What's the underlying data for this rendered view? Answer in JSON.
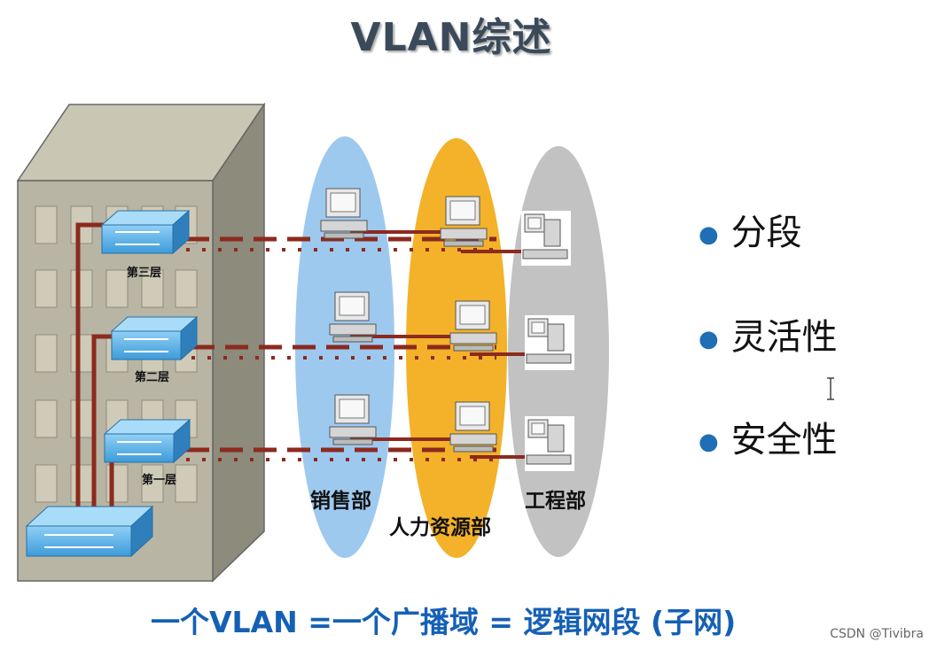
{
  "title": "VLAN综述",
  "floors": [
    "第三层",
    "第二层",
    "第一层"
  ],
  "departments": [
    "销售部",
    "人力资源部",
    "工程部"
  ],
  "bullets": [
    "分段",
    "灵活性",
    "安全性"
  ],
  "formula": "一个VLAN =一个广播域 = 逻辑网段 (子网)",
  "watermark": "CSDN @Tivibra",
  "colors": {
    "sales": "#9ec9ef",
    "hr": "#f3b22a",
    "engineering": "#c2c2c2",
    "cable": "#8c2a1e",
    "switch": "#3d9bd9",
    "formula": "#1560b5"
  }
}
